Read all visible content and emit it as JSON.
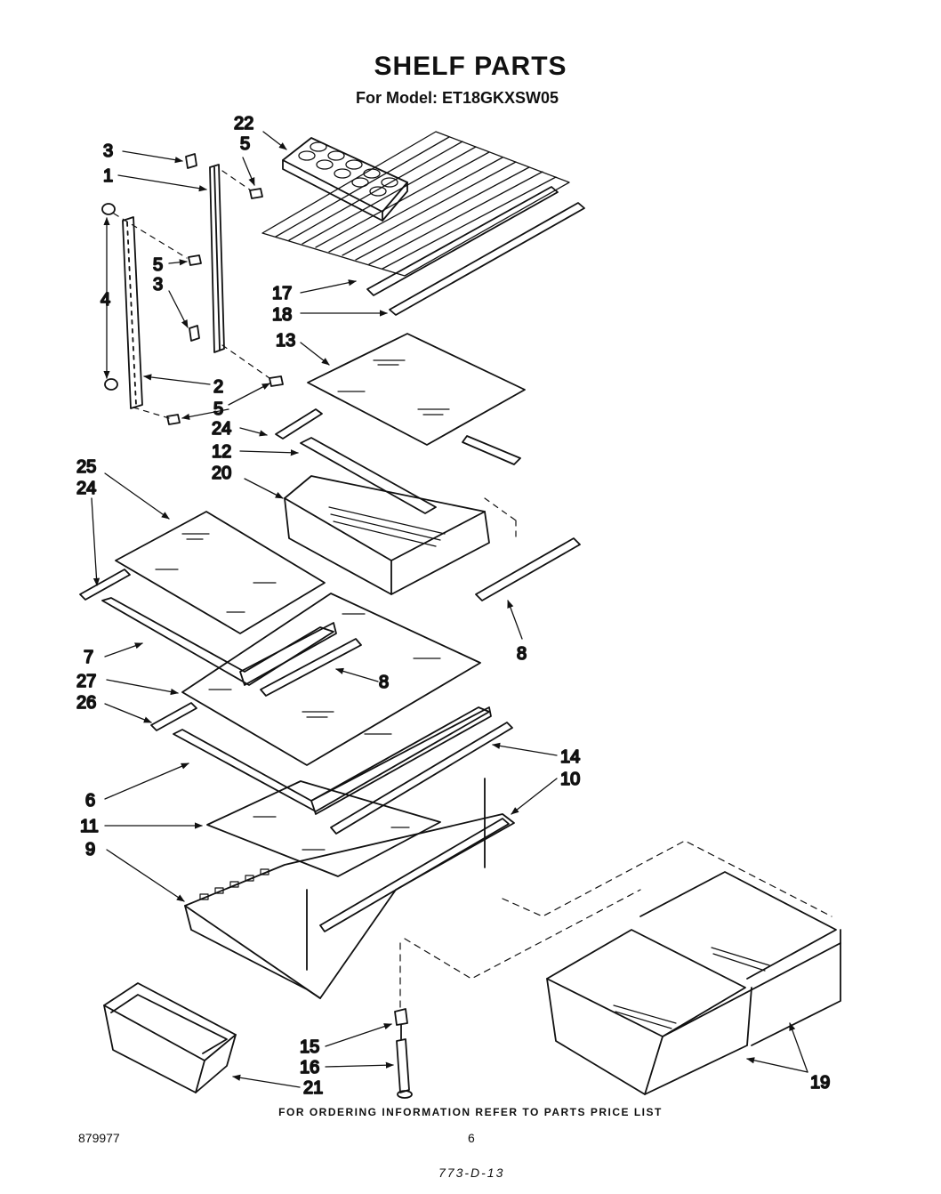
{
  "header": {
    "title": "SHELF PARTS",
    "model_line": "For Model: ET18GKXSW05"
  },
  "callouts": {
    "c1": "1",
    "c2": "2",
    "c3a": "3",
    "c3b": "3",
    "c4": "4",
    "c5a": "5",
    "c5b": "5",
    "c5c": "5",
    "c6": "6",
    "c7": "7",
    "c8a": "8",
    "c8b": "8",
    "c9": "9",
    "c10": "10",
    "c11": "11",
    "c12": "12",
    "c13": "13",
    "c14": "14",
    "c15": "15",
    "c16": "16",
    "c17": "17",
    "c18": "18",
    "c19": "19",
    "c20": "20",
    "c21": "21",
    "c22": "22",
    "c24a": "24",
    "c24b": "24",
    "c25": "25",
    "c26": "26",
    "c27": "27"
  },
  "footer": {
    "ordering_note": "FOR ORDERING INFORMATION REFER TO PARTS PRICE LIST",
    "doc_number": "879977",
    "page_number": "6",
    "hand_code": "773-D-13"
  }
}
